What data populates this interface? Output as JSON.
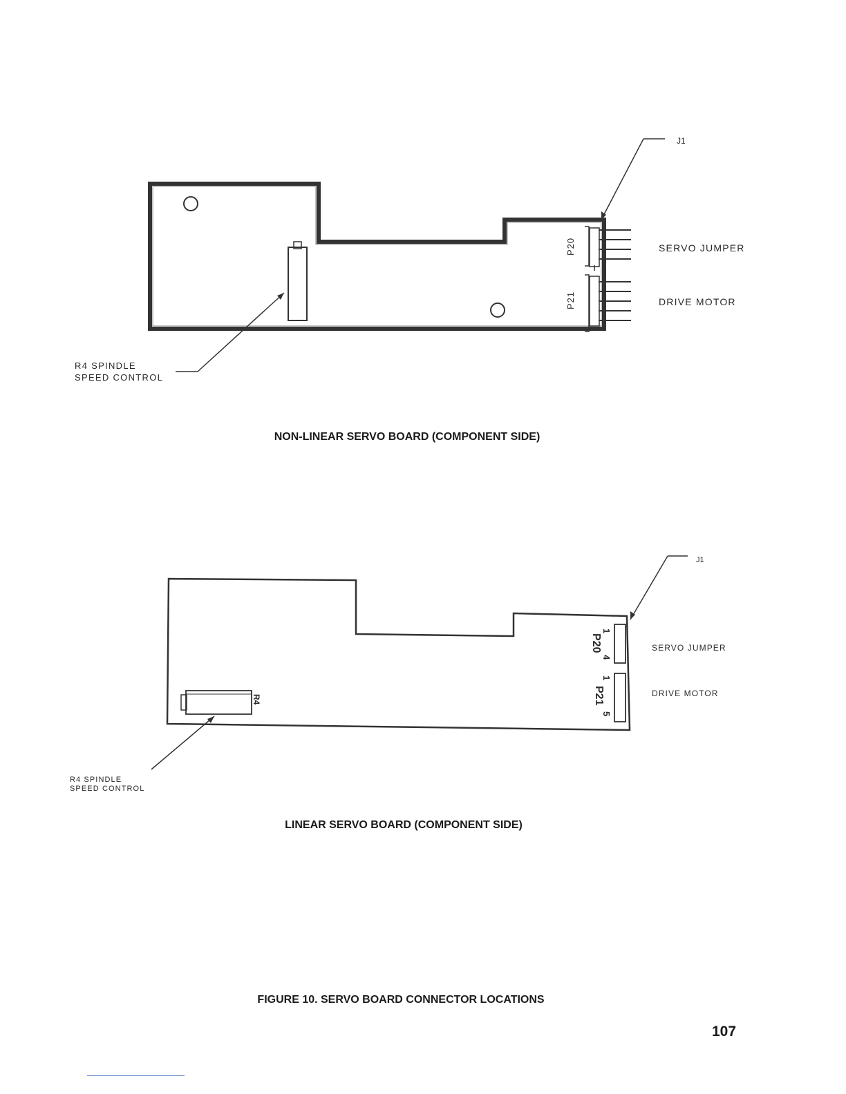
{
  "diagram_top": {
    "labels": {
      "j1": "J1",
      "p20": "P20",
      "p21": "P21",
      "servo_jumper": "SERVO JUMPER",
      "drive_motor": "DRIVE MOTOR",
      "r4_line1": "R4 SPINDLE",
      "r4_line2": "SPEED CONTROL"
    },
    "caption": "NON-LINEAR SERVO BOARD (COMPONENT SIDE)"
  },
  "diagram_bottom": {
    "labels": {
      "j1": "J1",
      "p20": "P20",
      "p21": "P21",
      "p20_pin_first": "1",
      "p20_pin_last": "4",
      "p21_pin_first": "1",
      "p21_pin_last": "5",
      "r4_marking": "R4",
      "servo_jumper": "SERVO JUMPER",
      "drive_motor": "DRIVE MOTOR",
      "r4_line1": "R4 SPINDLE",
      "r4_line2": "SPEED CONTROL"
    },
    "caption": "LINEAR SERVO BOARD (COMPONENT SIDE)"
  },
  "figure_caption": "FIGURE 10. SERVO BOARD CONNECTOR LOCATIONS",
  "page_number": "107"
}
